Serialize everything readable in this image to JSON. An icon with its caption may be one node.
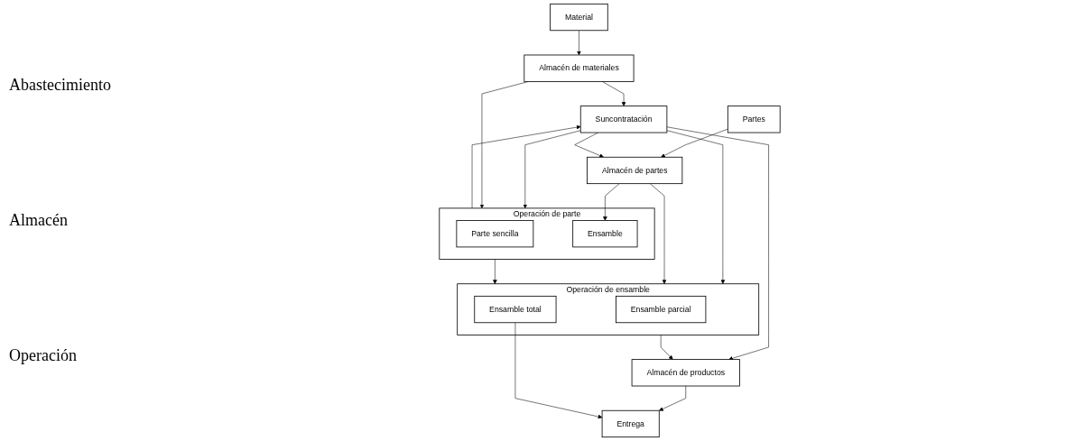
{
  "diagram": {
    "nodes": [
      {
        "text": [
          "Material"
        ]
      },
      {
        "text": [
          "Partes"
        ]
      },
      {
        "text": [
          "Suncontratación"
        ]
      },
      {
        "text": [
          "Almacén de materiales"
        ]
      },
      {
        "text": [
          "Almacén de partes"
        ]
      },
      {
        "text": [
          "Almacén de productos"
        ]
      },
      {
        "text": [
          "Entrega"
        ]
      },
      {
        "text": [
          "Operación de parte"
        ]
      },
      {
        "text": [
          "Parte sencilla"
        ],
        "in": 7
      },
      {
        "text": [
          "Ensamble"
        ],
        "in": 7
      },
      {
        "text": [
          "Operación de ensamble"
        ]
      },
      {
        "text": [
          "Ensamble parcial"
        ],
        "in": 10
      },
      {
        "text": [
          "Ensamble total"
        ],
        "in": 10
      }
    ],
    "edges": [
      {
        "from": 0,
        "to": 3,
        "arrow": "to"
      },
      {
        "from": 1,
        "to": 4,
        "arrow": "to"
      },
      {
        "from": 3,
        "to": 2,
        "arrow": "to"
      },
      {
        "from": 7,
        "to": 2,
        "arrow": "to"
      },
      {
        "from": 2,
        "to": 7,
        "arrow": "to"
      },
      {
        "from": 2,
        "to": 4,
        "arrow": "to"
      },
      {
        "from": 2,
        "to": 5,
        "arrow": "to"
      },
      {
        "from": 2,
        "to": 10,
        "arrow": "to"
      },
      {
        "from": 4,
        "to": 9,
        "arrow": "to"
      },
      {
        "from": 4,
        "to": 10,
        "arrow": "to"
      },
      {
        "from": 3,
        "to": 7,
        "arrow": "to"
      },
      {
        "from": 7,
        "to": 10,
        "arrow": "to"
      },
      {
        "from": 10,
        "to": 5,
        "arrow": "to"
      },
      {
        "from": 5,
        "to": 6,
        "arrow": "to"
      },
      {
        "from": 12,
        "to": 6,
        "arrow": "to"
      }
    ],
    "labels": [
      "Abastecimiento",
      "Almacén",
      "Operación"
    ]
  }
}
